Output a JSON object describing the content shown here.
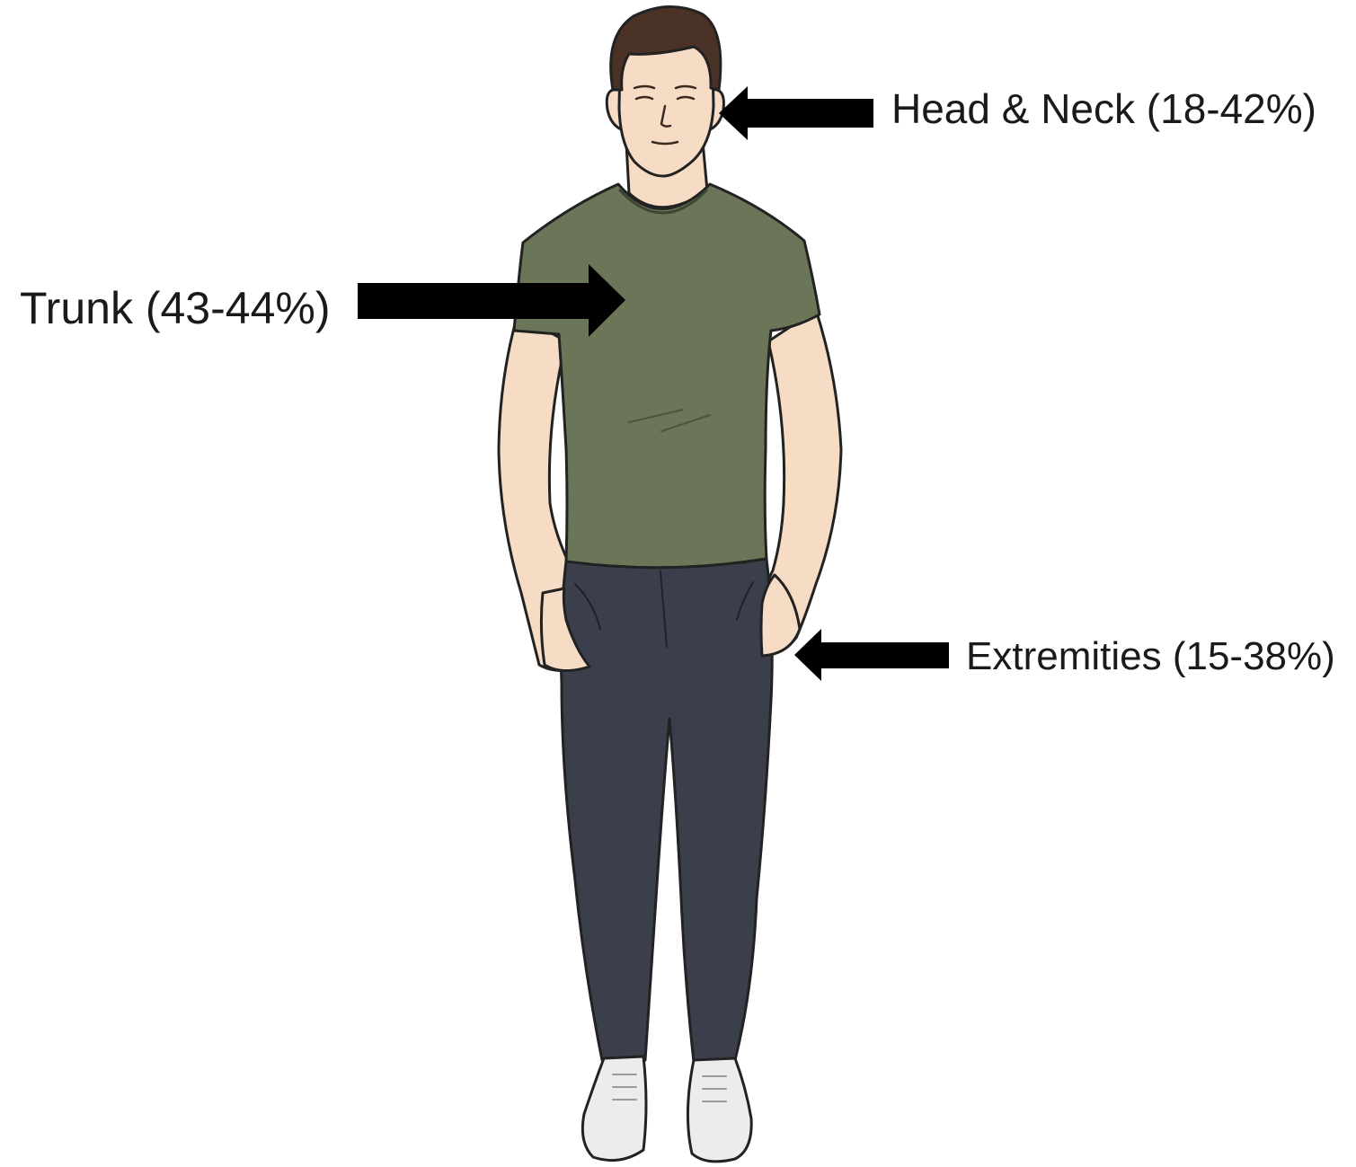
{
  "annotations": [
    {
      "id": "head",
      "region": "head-neck",
      "text": "Head & Neck (18-42%)"
    },
    {
      "id": "trunk",
      "region": "trunk",
      "text": "Trunk (43-44%)"
    },
    {
      "id": "extremities",
      "region": "extremities",
      "text": "Extremities (15-38%)"
    }
  ],
  "colors": {
    "background": "#ffffff",
    "arrow": "#000000",
    "label_text": "#1a1a1a",
    "skin": "#f6dcc4",
    "hair": "#4a3326",
    "shirt": "#6b7558",
    "pants": "#3b3f4c",
    "shoes": "#ececec",
    "outline": "#222222"
  },
  "icons": [
    "male-figure-illustration",
    "arrow-left-icon",
    "arrow-right-icon"
  ]
}
